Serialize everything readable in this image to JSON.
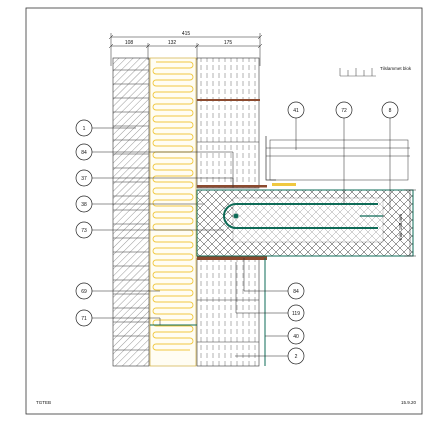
{
  "dimensions": {
    "total": "415",
    "brick": "108",
    "insulation": "132",
    "inner": "175"
  },
  "height_label": "min. 180 mm",
  "legend": {
    "label": "Tilslammet blok"
  },
  "callouts_left": [
    {
      "id": "c1",
      "num": "1"
    },
    {
      "id": "c84a",
      "num": "84"
    },
    {
      "id": "c37",
      "num": "37"
    },
    {
      "id": "c38",
      "num": "38"
    },
    {
      "id": "c73",
      "num": "73"
    },
    {
      "id": "c69",
      "num": "69"
    },
    {
      "id": "c71",
      "num": "71"
    }
  ],
  "callouts_top": [
    {
      "id": "c41",
      "num": "41"
    },
    {
      "id": "c72",
      "num": "72"
    },
    {
      "id": "c8",
      "num": "8"
    }
  ],
  "callouts_right": [
    {
      "id": "c84b",
      "num": "84"
    },
    {
      "id": "c119",
      "num": "119"
    },
    {
      "id": "c40",
      "num": "40"
    },
    {
      "id": "c2",
      "num": "2"
    }
  ],
  "footer": {
    "left": "TGTEB",
    "right": "15.9.20"
  },
  "colors": {
    "insulation": "#f0c840",
    "reinforcement": "#0e6b57",
    "timber": "#8b4a2f",
    "frame": "#333333"
  }
}
